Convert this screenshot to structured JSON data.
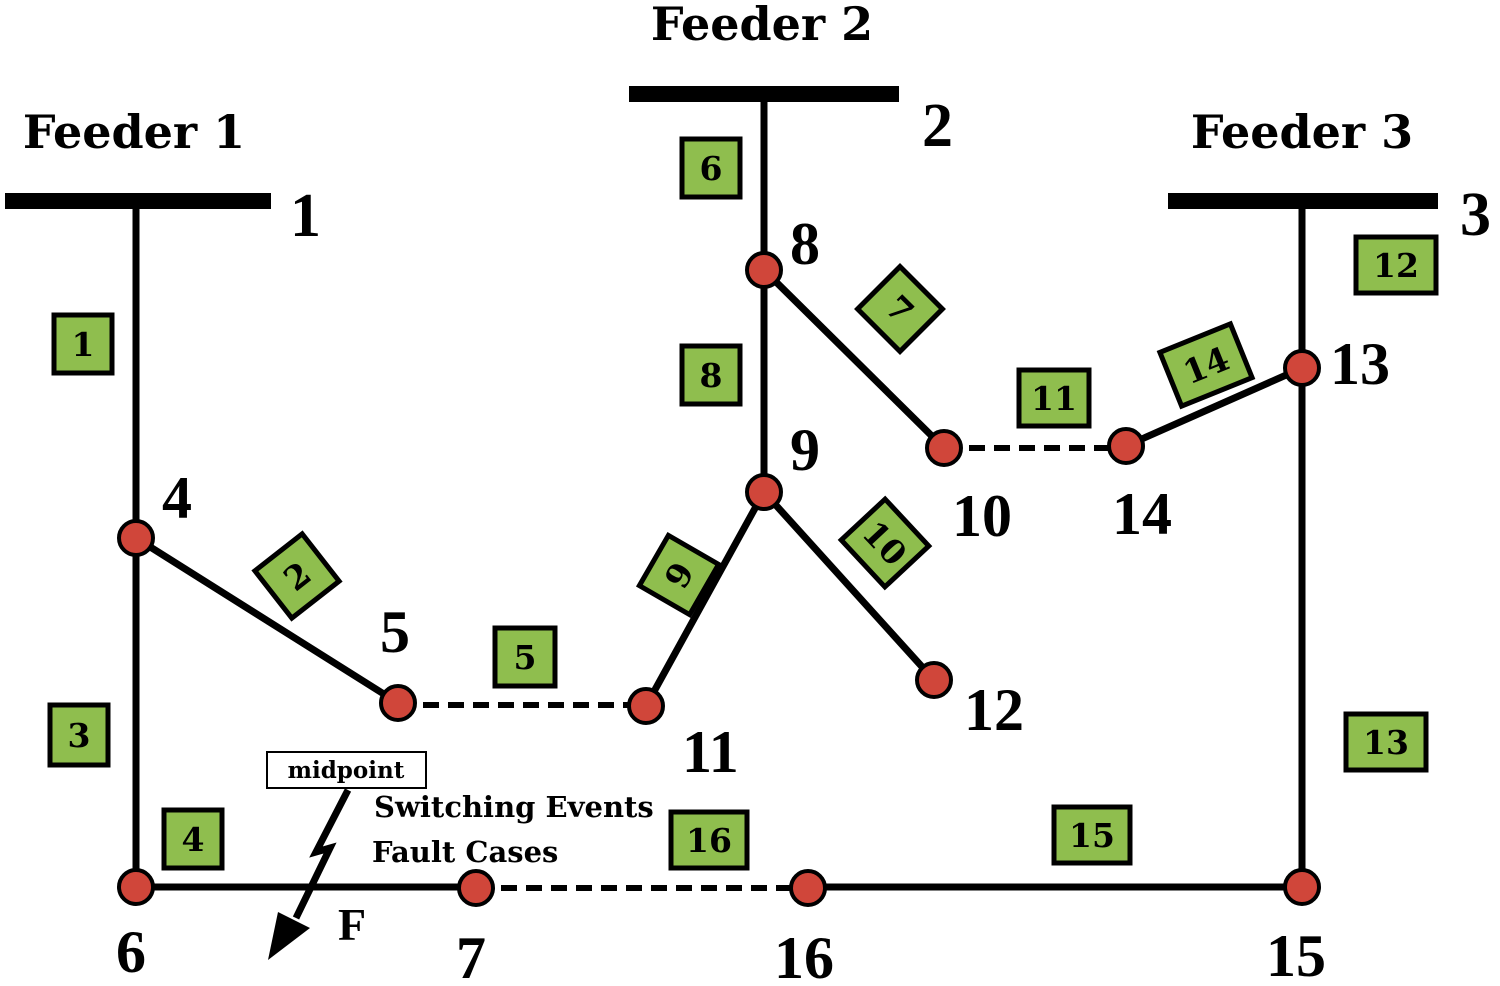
{
  "feeders": [
    {
      "title": "Feeder 1",
      "bus": "1"
    },
    {
      "title": "Feeder 2",
      "bus": "2"
    },
    {
      "title": "Feeder 3",
      "bus": "3"
    }
  ],
  "nodes": {
    "n4": "4",
    "n5": "5",
    "n6": "6",
    "n7": "7",
    "n8": "8",
    "n9": "9",
    "n10": "10",
    "n11": "11",
    "n12": "12",
    "n13": "13",
    "n14": "14",
    "n15": "15",
    "n16": "16"
  },
  "branches": {
    "b1": "1",
    "b2": "2",
    "b3": "3",
    "b4": "4",
    "b5": "5",
    "b6": "6",
    "b7": "7",
    "b8": "8",
    "b9": "9",
    "b10": "10",
    "b11": "11",
    "b12": "12",
    "b13": "13",
    "b14": "14",
    "b15": "15",
    "b16": "16"
  },
  "annotations": {
    "midpoint": "midpoint",
    "switching_events": "Switching Events",
    "fault_cases": "Fault Cases",
    "fault_symbol": "F"
  },
  "colors": {
    "line": "#000000",
    "node_fill": "#d0463a",
    "branch_label_fill": "#8fbe4e"
  }
}
